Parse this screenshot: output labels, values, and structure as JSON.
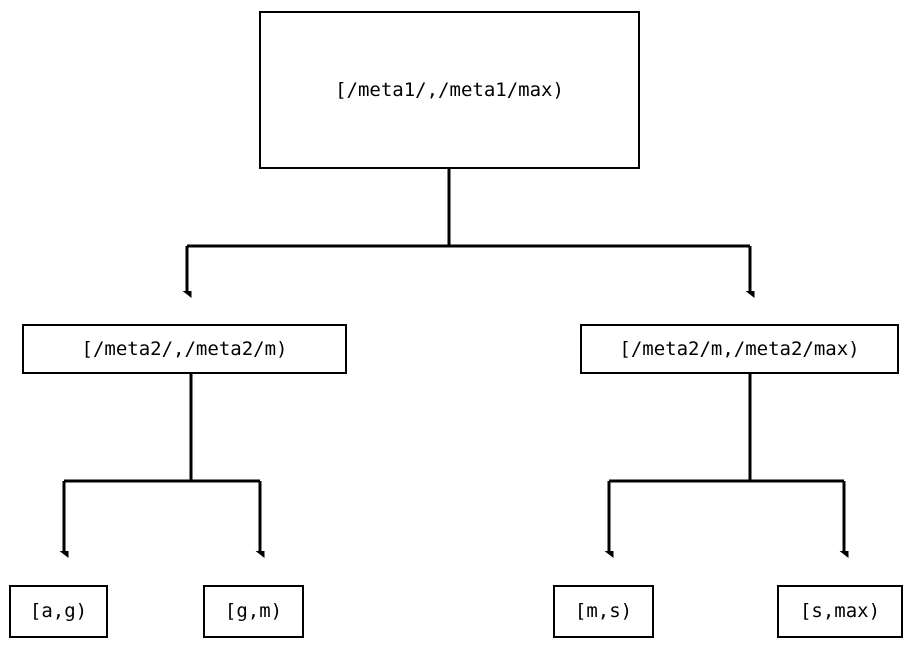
{
  "diagram": {
    "type": "tree",
    "orientation": "top-down",
    "edge_style": "orthogonal-with-arrowheads",
    "colors": {
      "stroke": "#000000",
      "fill": "#ffffff",
      "text": "#000000"
    },
    "nodes": {
      "root": {
        "label": "[/meta1/,/meta1/max)"
      },
      "mid_left": {
        "label": "[/meta2/,/meta2/m)"
      },
      "mid_right": {
        "label": "[/meta2/m,/meta2/max)"
      },
      "leaf_ag": {
        "label": "[a,g)"
      },
      "leaf_gm": {
        "label": "[g,m)"
      },
      "leaf_ms": {
        "label": "[m,s)"
      },
      "leaf_smax": {
        "label": "[s,max)"
      }
    },
    "edges": [
      {
        "from": "root",
        "to": "mid_left"
      },
      {
        "from": "root",
        "to": "mid_right"
      },
      {
        "from": "mid_left",
        "to": "leaf_ag"
      },
      {
        "from": "mid_left",
        "to": "leaf_gm"
      },
      {
        "from": "mid_right",
        "to": "leaf_ms"
      },
      {
        "from": "mid_right",
        "to": "leaf_smax"
      }
    ]
  }
}
